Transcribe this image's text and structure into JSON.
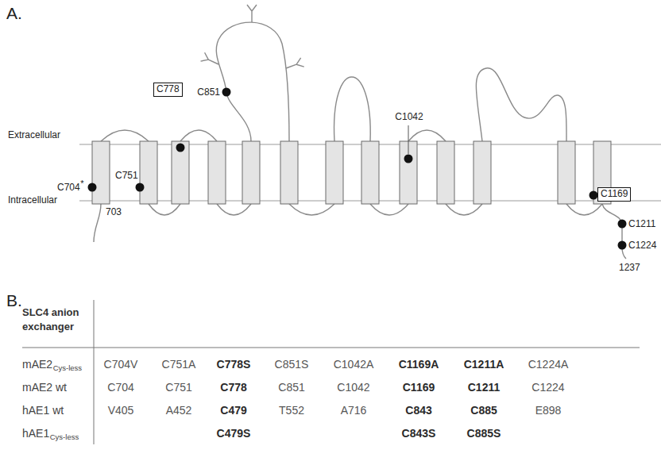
{
  "diagram": {
    "nodes": [
      {
        "text": [
          "C778"
        ]
      },
      {
        "text": [
          "C1169"
        ]
      }
    ],
    "labels": [
      "A.",
      "Extracellular",
      "Intracellular",
      "C704",
      "*",
      "703",
      "C751",
      "C851",
      "C1042",
      "C1211",
      "C1224",
      "1237",
      "B.",
      "SLC4 anion exchanger",
      "mAE2",
      "Cys-less",
      "C704V",
      "C751A",
      "C778S",
      "C851S",
      "C1042A",
      "C1169A",
      "C1211A",
      "C1224A",
      "mAE2 wt",
      "C704",
      "C751",
      "C778",
      "C851",
      "C1042",
      "C1169",
      "C1211",
      "C1224",
      "hAE1 wt",
      "V405",
      "A452",
      "C479",
      "T552",
      "A716",
      "C843",
      "C885",
      "E898",
      "hAE1",
      "Cys-less",
      "C479S",
      "C843S",
      "C885S"
    ]
  }
}
